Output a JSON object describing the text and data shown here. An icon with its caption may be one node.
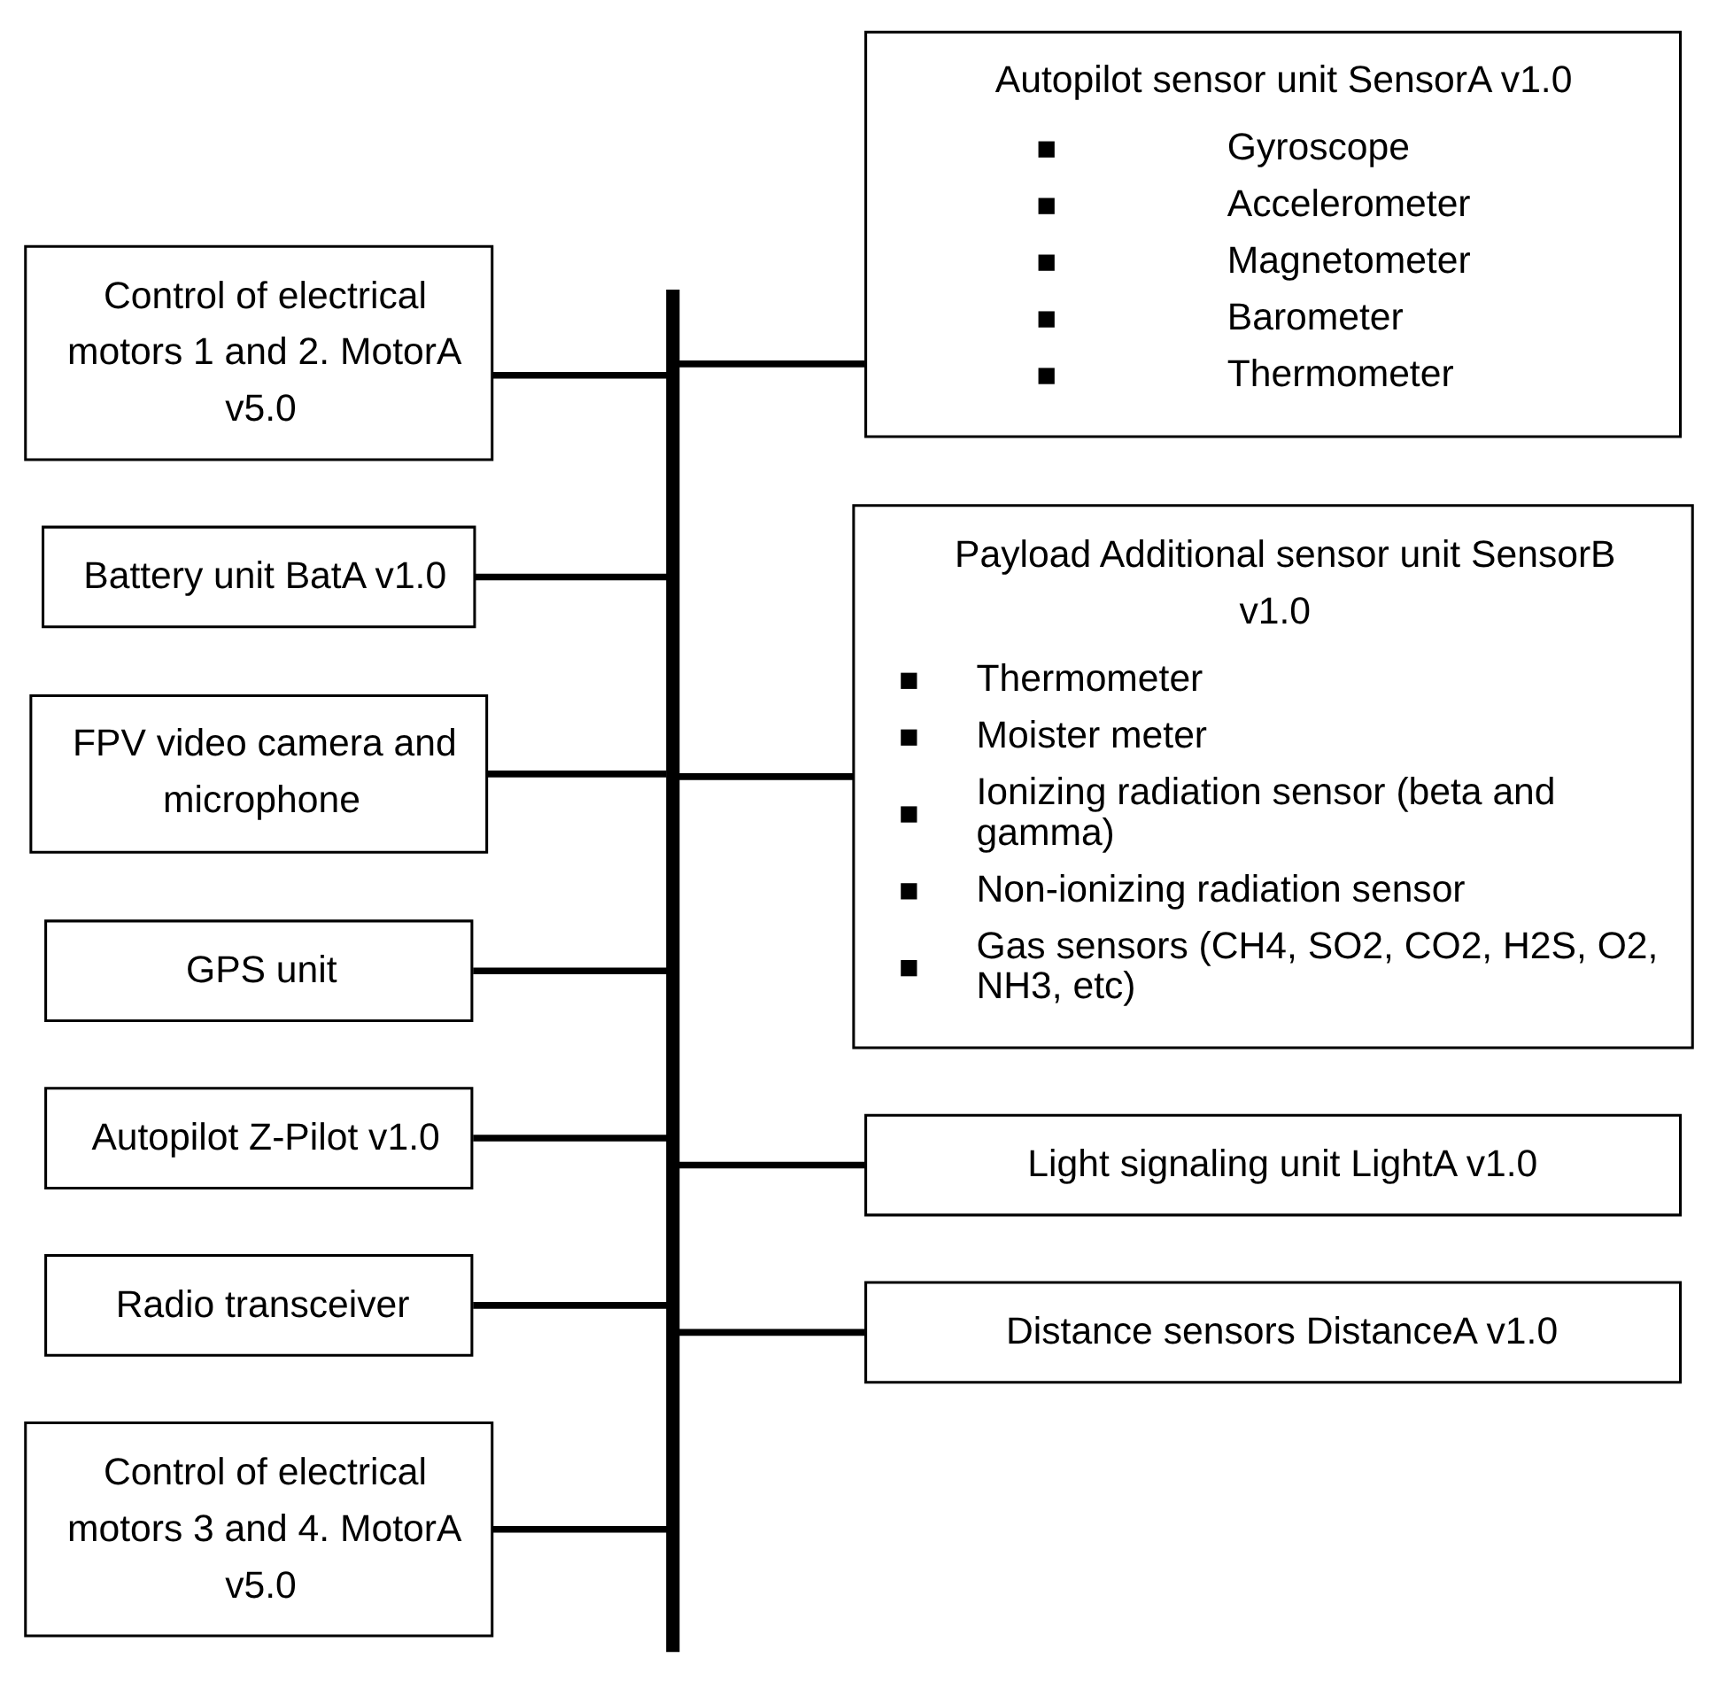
{
  "diagram": {
    "nodes": [
      {
        "text": [
          "Control of electrical motors 1 and 2. MotorA v5.0"
        ]
      },
      {
        "text": [
          "Battery unit BatA v1.0"
        ]
      },
      {
        "text": [
          "FPV video camera and microphone"
        ]
      },
      {
        "text": [
          "GPS unit"
        ]
      },
      {
        "text": [
          "Autopilot Z-Pilot v1.0"
        ]
      },
      {
        "text": [
          "Radio transceiver"
        ]
      },
      {
        "text": [
          "Control of electrical motors 3 and 4. MotorA v5.0"
        ]
      },
      {
        "text": [
          "Autopilot sensor unit SensorA v1.0",
          "Gyroscope",
          "Accelerometer",
          "Magnetometer",
          "Barometer",
          "Thermometer"
        ]
      },
      {
        "text": [
          "Payload Additional sensor unit SensorB v1.0",
          "Thermometer",
          "Moister meter",
          "Ionizing radiation sensor (beta and gamma)",
          "Non-ionizing radiation sensor",
          "Gas sensors (CH4, SO2, CO2, H2S, O2, NH3, etc)"
        ]
      },
      {
        "text": [
          "Light signaling unit LightA v1.0"
        ]
      },
      {
        "text": [
          "Distance sensors DistanceA v1.0"
        ]
      },
      {
        "text": [],
        "shape": "bar"
      }
    ],
    "edges": [
      {
        "from": 0,
        "to": 11,
        "arrow": "none"
      },
      {
        "from": 1,
        "to": 11,
        "arrow": "none"
      },
      {
        "from": 2,
        "to": 11,
        "arrow": "none"
      },
      {
        "from": 3,
        "to": 11,
        "arrow": "none"
      },
      {
        "from": 4,
        "to": 11,
        "arrow": "none"
      },
      {
        "from": 5,
        "to": 11,
        "arrow": "none"
      },
      {
        "from": 6,
        "to": 11,
        "arrow": "none"
      },
      {
        "from": 11,
        "to": 7,
        "arrow": "none"
      },
      {
        "from": 11,
        "to": 8,
        "arrow": "none"
      },
      {
        "from": 11,
        "to": 9,
        "arrow": "none"
      },
      {
        "from": 11,
        "to": 10,
        "arrow": "none"
      }
    ]
  }
}
